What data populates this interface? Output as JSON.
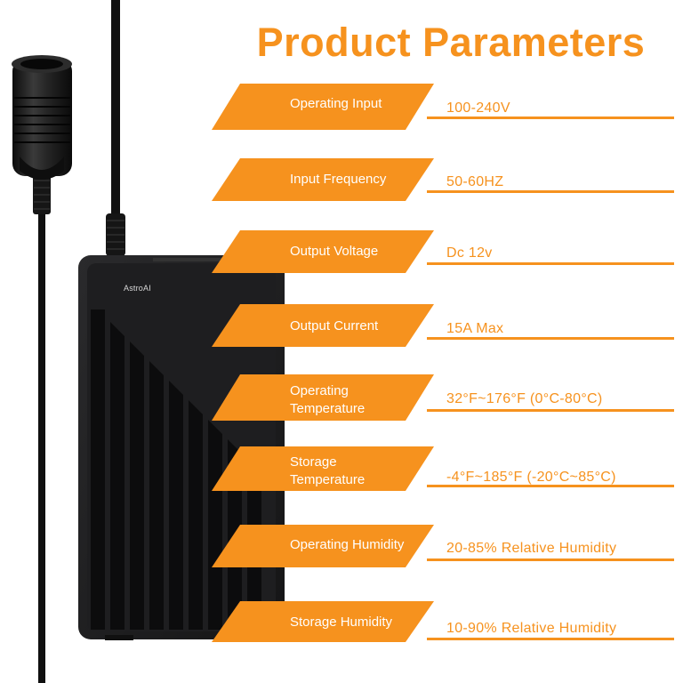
{
  "title": "Product Parameters",
  "brand": "AstroAI",
  "colors": {
    "accent": "#f6921e",
    "device": "#1d1d1f",
    "background": "#ffffff"
  },
  "parameters": [
    {
      "label": "Operating Input",
      "value": "100-240V"
    },
    {
      "label": "Input Frequency",
      "value": "50-60HZ"
    },
    {
      "label": "Output Voltage",
      "value": "Dc 12v"
    },
    {
      "label": "Output Current",
      "value": "15A Max"
    },
    {
      "label": "Operating\nTemperature",
      "value": "32°F~176°F (0°C-80°C)"
    },
    {
      "label": "Storage\nTemperature",
      "value": "-4°F~185°F (-20°C~85°C)"
    },
    {
      "label": "Operating Humidity",
      "value": "20-85% Relative Humidity"
    },
    {
      "label": "Storage Humidity",
      "value": "10-90% Relative Humidity"
    }
  ]
}
